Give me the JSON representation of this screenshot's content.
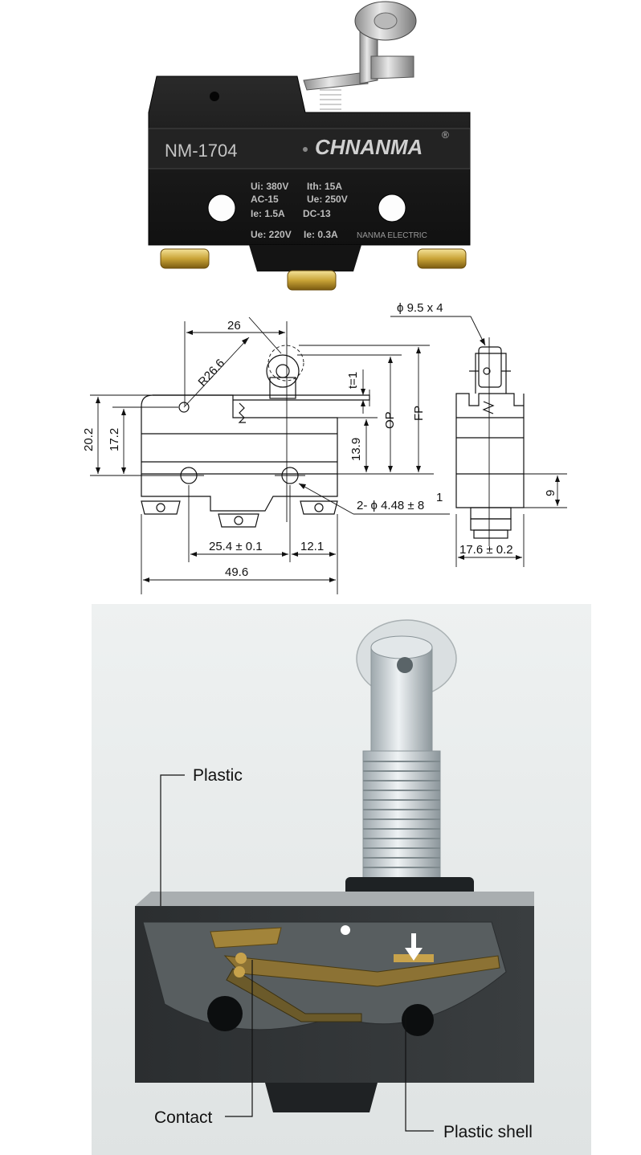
{
  "photo": {
    "model": "NM-1704",
    "brand": "CHNANMA",
    "registered": "®",
    "ratings": [
      "Ui: 380V",
      "Ith: 15A",
      "AC-15",
      "Ue: 250V",
      "Ie: 1.5A",
      "DC-13",
      "Ue: 220V",
      "Ie: 0.3A"
    ],
    "maker": "NANMA ELECTRIC"
  },
  "drawing": {
    "dim_26": "26",
    "dim_r": "R26.6",
    "dim_t": "t=1",
    "dim_op": "OP",
    "dim_fp": "FP",
    "dim_202": "20.2",
    "dim_172": "17.2",
    "dim_139": "13.9",
    "dim_hole": "2- ϕ 4.48 ± 8",
    "dim_hole_sup": "1",
    "dim_254": "25.4 ± 0.1",
    "dim_121": "12.1",
    "dim_496": "49.6",
    "dim_roller": "ϕ 9.5 x 4",
    "dim_9": "9",
    "dim_176": "17.6 ± 0.2"
  },
  "cutaway": {
    "label_plastic": "Plastic",
    "label_contact": "Contact",
    "label_shell": "Plastic shell"
  }
}
